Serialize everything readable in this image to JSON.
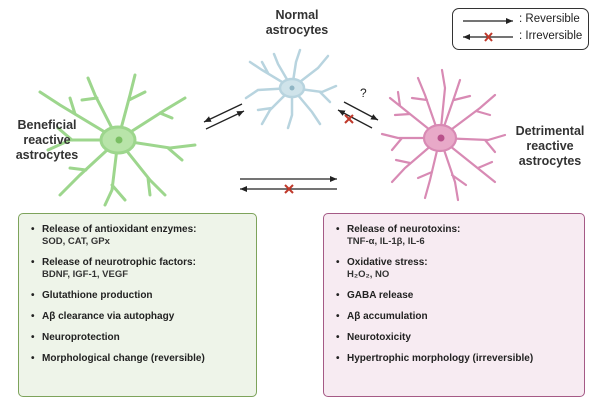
{
  "labels": {
    "normal": "Normal astrocytes",
    "beneficial": "Beneficial reactive astrocytes",
    "detrimental": "Detrimental reactive astrocytes"
  },
  "legend": {
    "reversible": ": Reversible",
    "irreversible": ": Irreversible"
  },
  "question_mark": "?",
  "beneficial_box": {
    "items": [
      {
        "title": "Release of antioxidant enzymes:",
        "detail": "SOD, CAT, GPx"
      },
      {
        "title": "Release of neurotrophic factors:",
        "detail": "BDNF, IGF-1, VEGF"
      },
      {
        "title": "Glutathione production",
        "detail": ""
      },
      {
        "title": "Aβ clearance via autophagy",
        "detail": ""
      },
      {
        "title": "Neuroprotection",
        "detail": ""
      },
      {
        "title": "Morphological change (reversible)",
        "detail": ""
      }
    ]
  },
  "detrimental_box": {
    "items": [
      {
        "title": "Release of neurotoxins:",
        "detail": "TNF-α, IL-1β, IL-6"
      },
      {
        "title": "Oxidative stress:",
        "detail": "H₂O₂, NO"
      },
      {
        "title": "GABA release",
        "detail": ""
      },
      {
        "title": "Aβ accumulation",
        "detail": ""
      },
      {
        "title": "Neurotoxicity",
        "detail": ""
      },
      {
        "title": "Hypertrophic morphology (irreversible)",
        "detail": ""
      }
    ]
  },
  "colors": {
    "beneficial": "#8fcf7e",
    "normal": "#a9c9d6",
    "detrimental": "#d77aab",
    "irreversible_x": "#c0392b"
  }
}
